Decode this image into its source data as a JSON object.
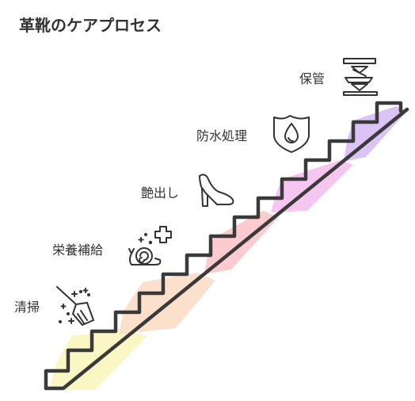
{
  "title": "革靴のケアプロセス",
  "steps": [
    {
      "label": "清掃",
      "icon": "broom-icon",
      "color": "#fbf7c4"
    },
    {
      "label": "栄養補給",
      "icon": "snail-plus-icon",
      "color": "#fbe1cc"
    },
    {
      "label": "艶出し",
      "icon": "high-heel-icon",
      "color": "#fbcbcf"
    },
    {
      "label": "防水処理",
      "icon": "water-drop-shield-icon",
      "color": "#f5c6ef"
    },
    {
      "label": "保管",
      "icon": "stacked-boxes-icon",
      "color": "#dcc3f6"
    }
  ]
}
